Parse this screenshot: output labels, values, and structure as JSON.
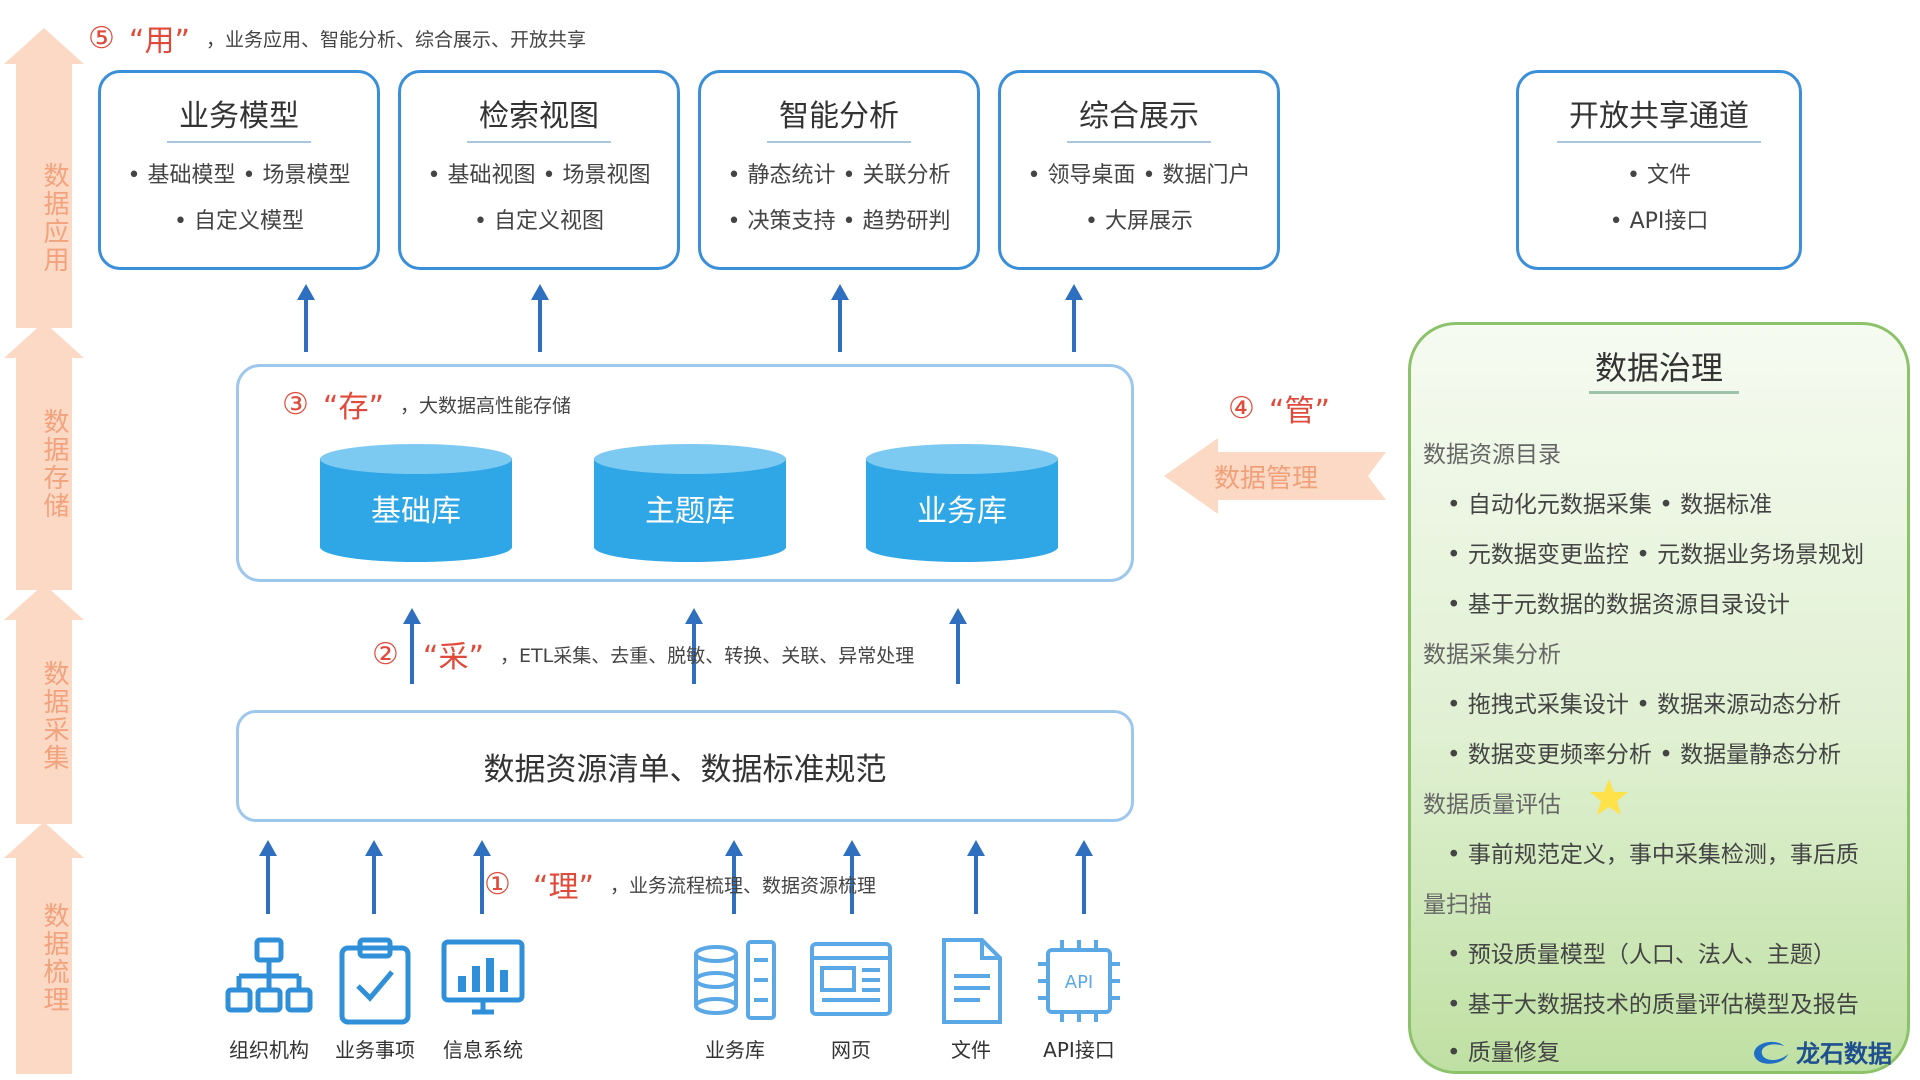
{
  "side_arrows": [
    "数据应用",
    "数据存储",
    "数据采集",
    "数据梳理"
  ],
  "sections": {
    "use": {
      "num": "⑤",
      "key": "“用”",
      "desc": "，业务应用、智能分析、综合展示、开放共享"
    },
    "store": {
      "num": "③",
      "key": "“存”",
      "desc": "，大数据高性能存储"
    },
    "manage": {
      "num": "④",
      "key": "“管”"
    },
    "collect": {
      "num": "②",
      "key": "“采”",
      "desc": "，ETL采集、去重、脱敏、转换、关联、异常处理"
    },
    "organize": {
      "num": "①",
      "key": "“理”",
      "desc": "，业务流程梳理、数据资源梳理"
    }
  },
  "apps": [
    {
      "title": "业务模型",
      "line1": "• 基础模型 • 场景模型",
      "line2": "• 自定义模型"
    },
    {
      "title": "检索视图",
      "line1": "• 基础视图 • 场景视图",
      "line2": "• 自定义视图"
    },
    {
      "title": "智能分析",
      "line1": "• 静态统计 • 关联分析",
      "line2": "• 决策支持 • 趋势研判"
    },
    {
      "title": "综合展示",
      "line1": "• 领导桌面 • 数据门户",
      "line2": "• 大屏展示"
    },
    {
      "title": "开放共享通道",
      "line1": "• 文件",
      "line2": "• API接口"
    }
  ],
  "storage": [
    "基础库",
    "主题库",
    "业务库"
  ],
  "data_mgmt_label": "数据管理",
  "source_box": "数据资源清单、数据标准规范",
  "sources": [
    "组织机构",
    "业务事项",
    "信息系统",
    "业务库",
    "网页",
    "文件",
    "API接口"
  ],
  "api_icon_text": "API",
  "governance": {
    "title": "数据治理",
    "rows": [
      {
        "text": "数据资源目录",
        "cat": true
      },
      {
        "text": "• 自动化元数据采集 • 数据标准",
        "cat": false
      },
      {
        "text": "• 元数据变更监控 • 元数据业务场景规划",
        "cat": false
      },
      {
        "text": "• 基于元数据的数据资源目录设计",
        "cat": false
      },
      {
        "text": "数据采集分析",
        "cat": true
      },
      {
        "text": "• 拖拽式采集设计 • 数据来源动态分析",
        "cat": false
      },
      {
        "text": "• 数据变更频率分析 • 数据量静态分析",
        "cat": false
      },
      {
        "text": "数据质量评估",
        "cat": true
      },
      {
        "text": "• 事前规范定义，事中采集检测，事后质",
        "cat": false
      },
      {
        "text": "量扫描",
        "cat": true
      },
      {
        "text": "• 预设质量模型（人口、法人、主题）",
        "cat": false
      },
      {
        "text": "• 基于大数据技术的质量评估模型及报告",
        "cat": false
      },
      {
        "text": "• 质量修复",
        "cat": false
      }
    ]
  },
  "logo_text": "龙石数据",
  "colors": {
    "blue": "#3b8fd9",
    "red": "#e04a3a",
    "peach": "#fbd9c4",
    "green": "#8cc36a"
  }
}
